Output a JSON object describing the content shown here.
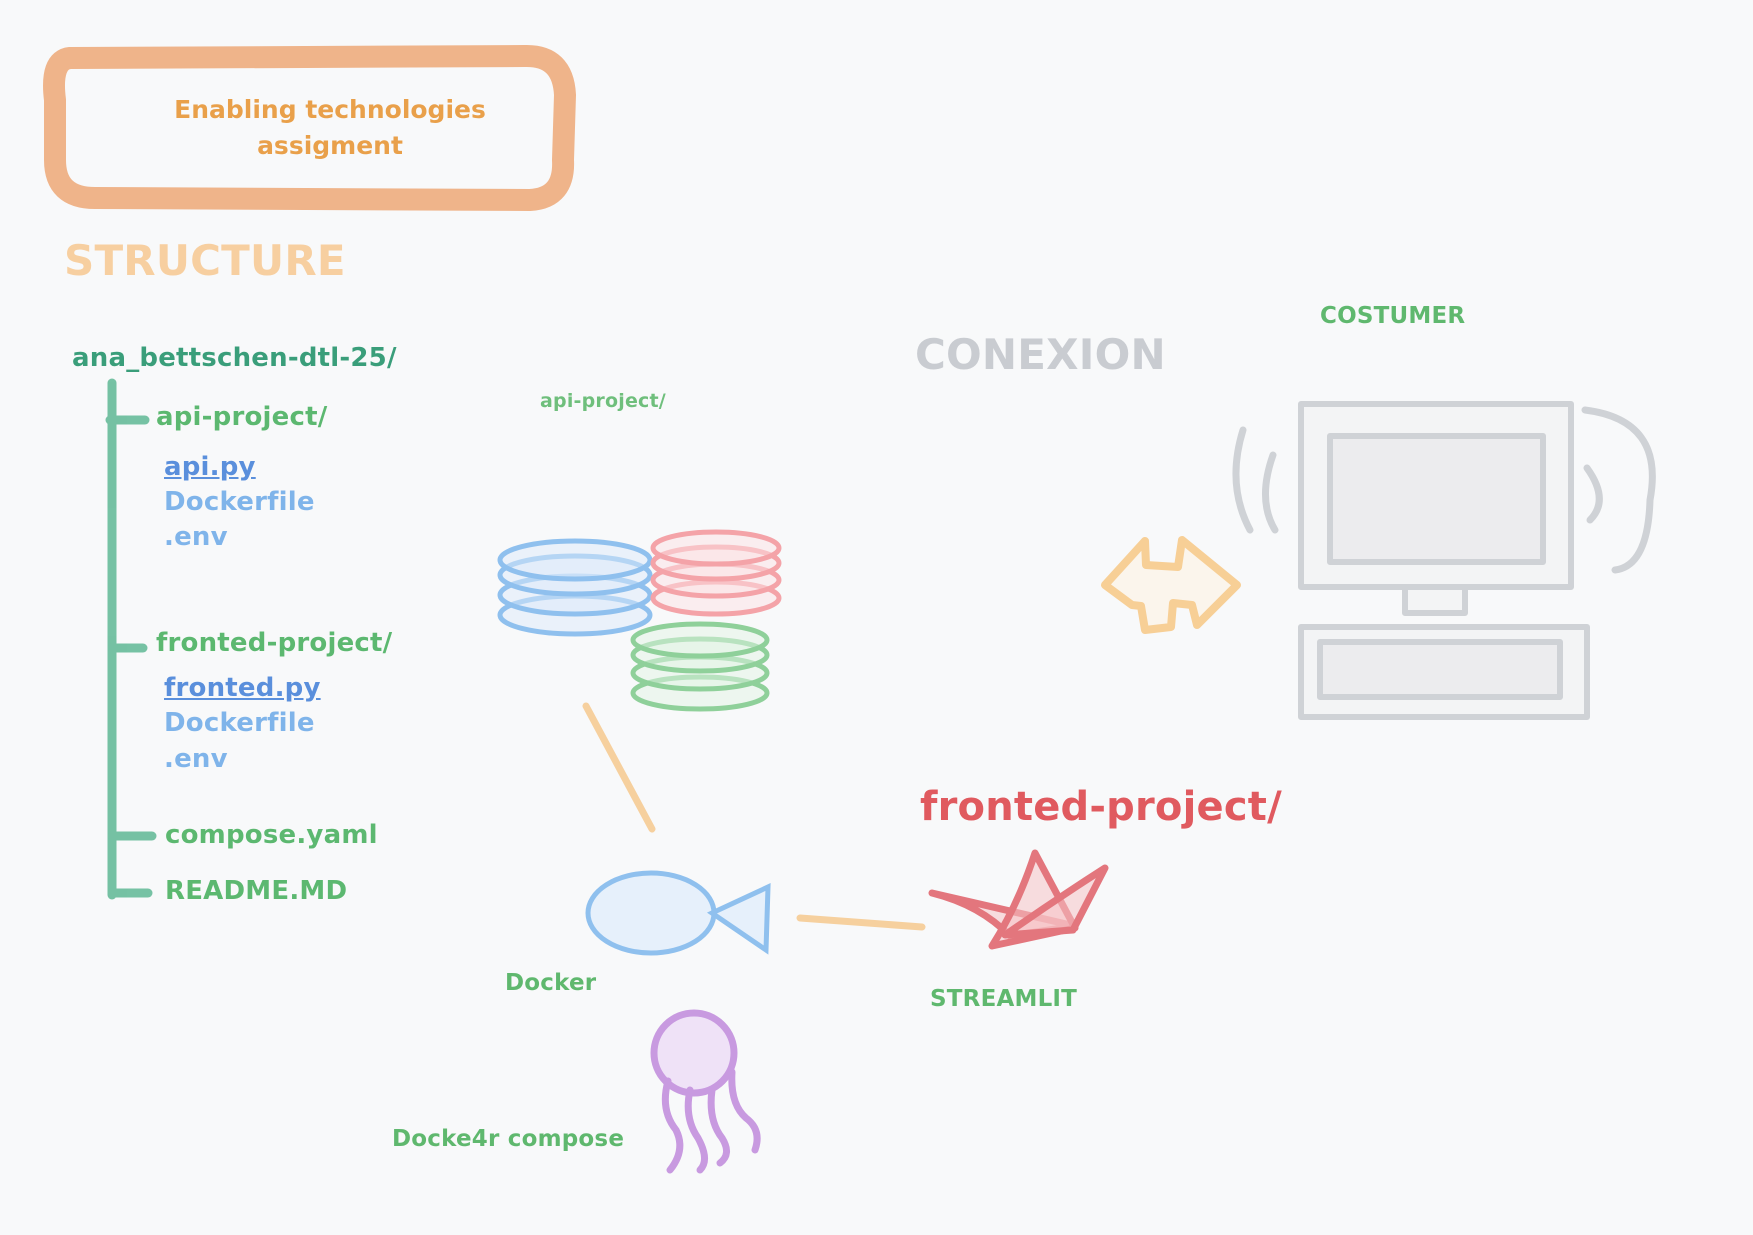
{
  "title": {
    "line1": "Enabling technologies",
    "line2": "assigment"
  },
  "structure_heading": "STRUCTURE",
  "conexion_heading": "CONEXION",
  "tree": {
    "root": "ana_bettschen-dtl-25/",
    "api_folder": "api-project/",
    "api_files": [
      "api.py",
      "Dockerfile",
      ".env"
    ],
    "front_folder": "fronted-project/",
    "front_files": [
      "fronted.py",
      "Dockerfile",
      ".env"
    ],
    "compose": "compose.yaml",
    "readme": "README.MD"
  },
  "diagram": {
    "api_label": "api-project/",
    "docker_label": "Docker",
    "compose_label": "Docke4r compose",
    "frontend_label": "fronted-project/",
    "streamlit_label": "STREAMLIT",
    "customer_label": "COSTUMER"
  },
  "colors": {
    "title_border": "#efb48a",
    "tree_line": "#5fb894",
    "blue_stack": "#8fc0ee",
    "red_stack": "#f4a3a8",
    "green_stack": "#8fd09a",
    "connector": "#f6d09e",
    "docker": "#8fc0ee",
    "streamlit": "#e06068",
    "jellyfish": "#c89ae0",
    "computer": "#cfd2d6",
    "arrow": "#f7cf96"
  }
}
